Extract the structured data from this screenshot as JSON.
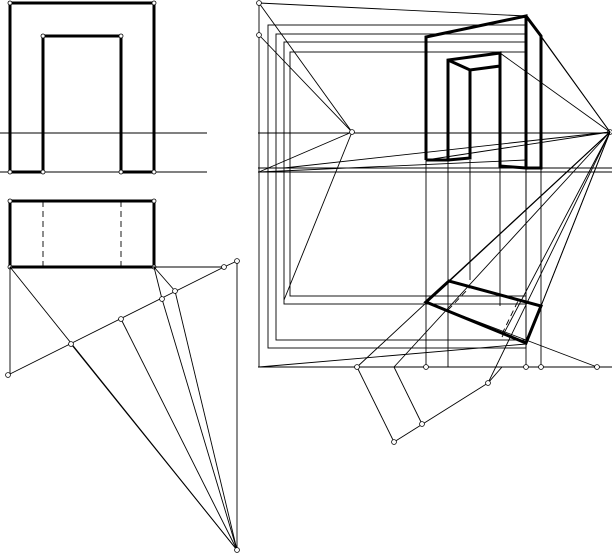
{
  "drawing": {
    "description_visible_text": [],
    "stroke_color": "#000000",
    "background_color": "#ffffff",
    "regions": [
      "front-elevation",
      "plan-view",
      "plan-construction",
      "perspective-frame",
      "perspective-arch",
      "perspective-plan",
      "measuring-construction"
    ]
  }
}
